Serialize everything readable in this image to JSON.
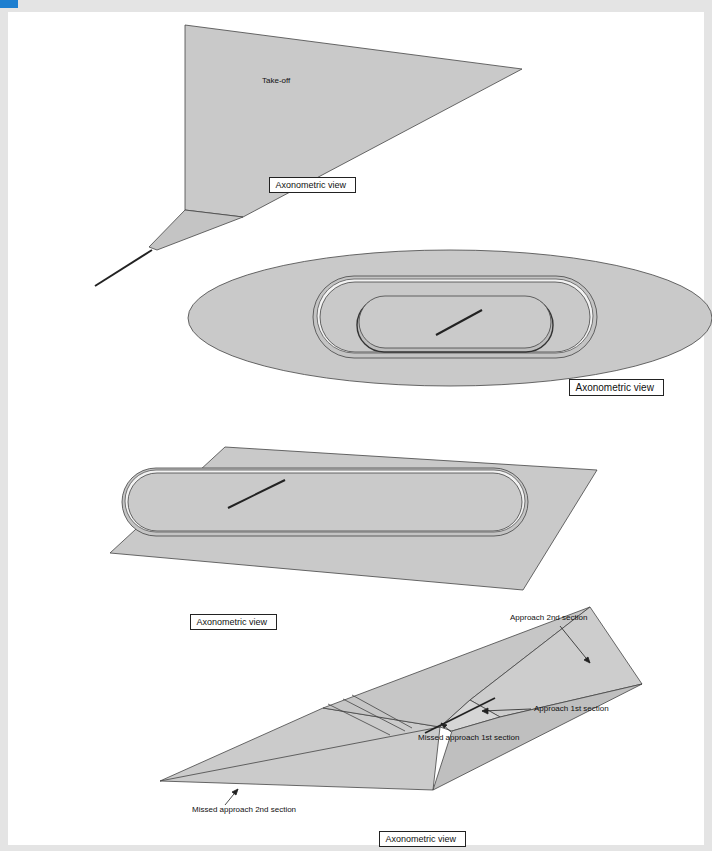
{
  "diagram": {
    "nodes": [
      {
        "text": [
          "Axonometric view"
        ]
      },
      {
        "text": [
          "Axonometric view"
        ]
      },
      {
        "text": [
          "Axonometric view"
        ]
      },
      {
        "text": [
          "Axonometric view"
        ]
      }
    ],
    "labels": [
      "Take-off",
      "Approach 2nd section",
      "Approach 1st section",
      "Missed approach 1st section",
      "Missed approach 2nd section"
    ]
  }
}
